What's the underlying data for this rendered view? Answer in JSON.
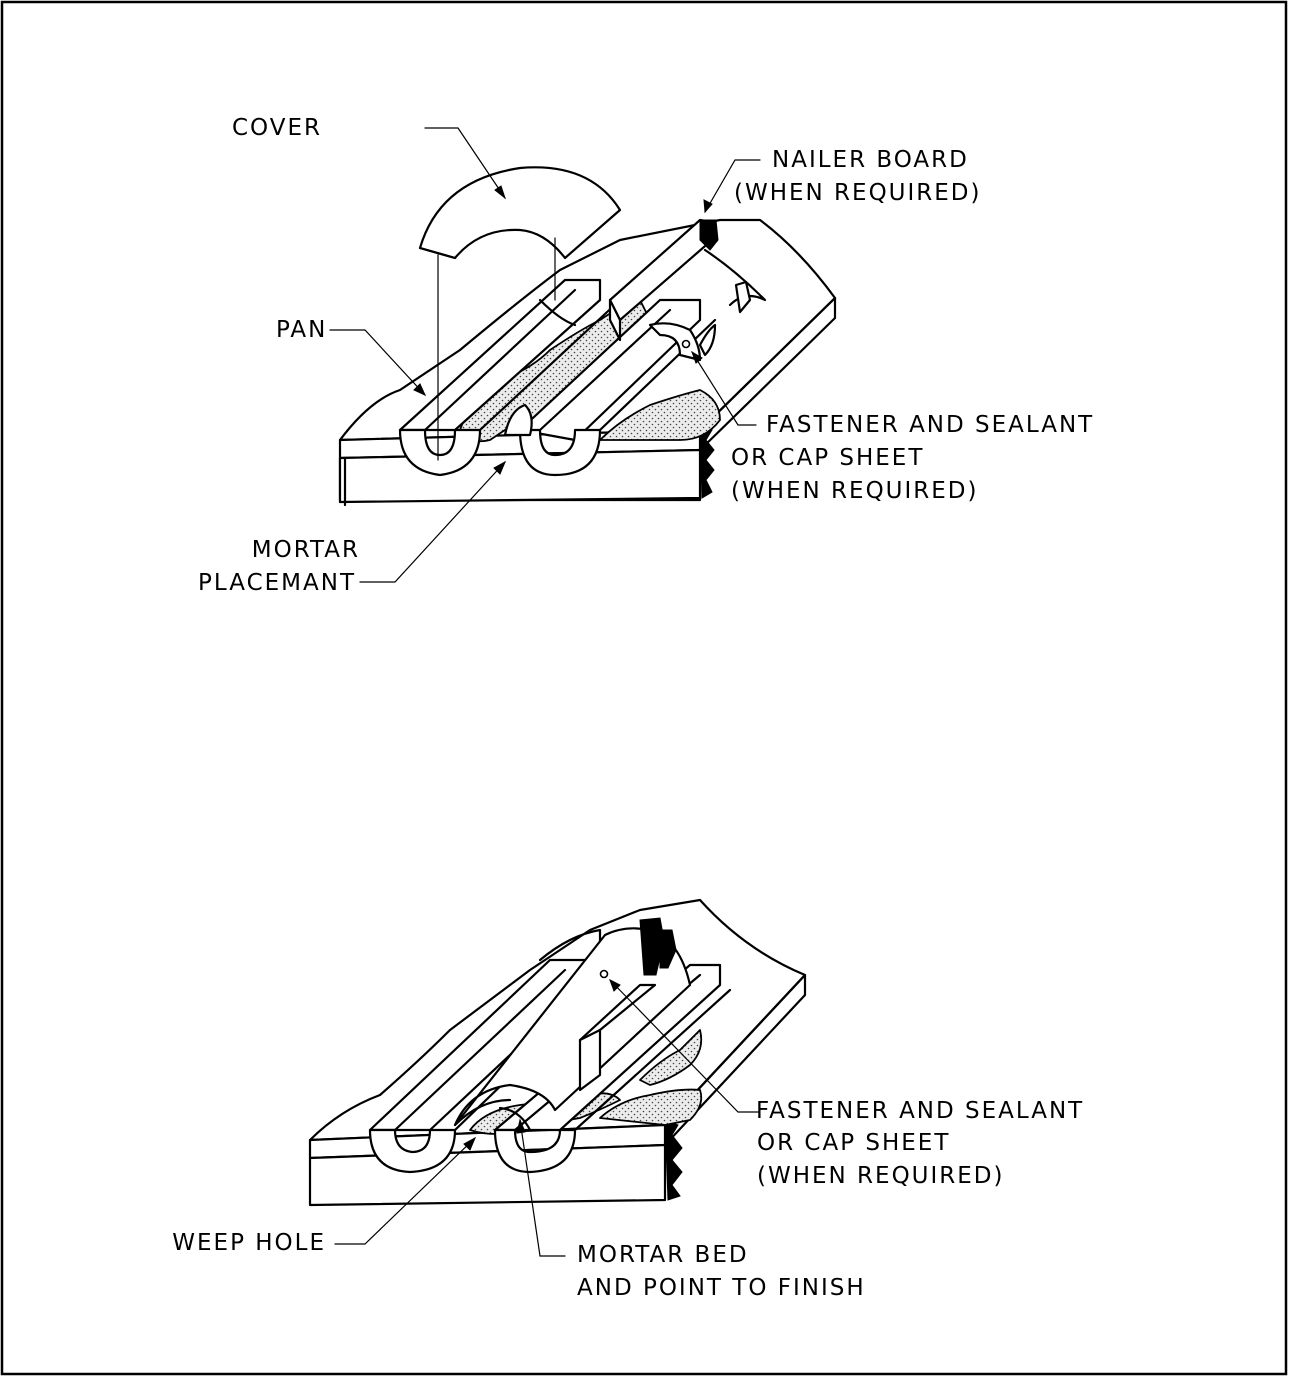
{
  "diagram_a": {
    "cover": "COVER",
    "nailer_line1": "NAILER BOARD",
    "nailer_line2": "(WHEN REQUIRED)",
    "pan": "PAN",
    "fastener_line1": "FASTENER AND SEALANT",
    "fastener_line2": "OR CAP SHEET",
    "fastener_line3": "(WHEN REQUIRED)",
    "mortar_line1": "MORTAR",
    "mortar_line2": "PLACEMANT"
  },
  "diagram_b": {
    "fastener_line1": "FASTENER AND SEALANT",
    "fastener_line2": "OR CAP SHEET",
    "fastener_line3": "(WHEN REQUIRED)",
    "weep_hole": "WEEP HOLE",
    "mortar_line1": "MORTAR BED",
    "mortar_line2": "AND POINT TO FINISH"
  }
}
